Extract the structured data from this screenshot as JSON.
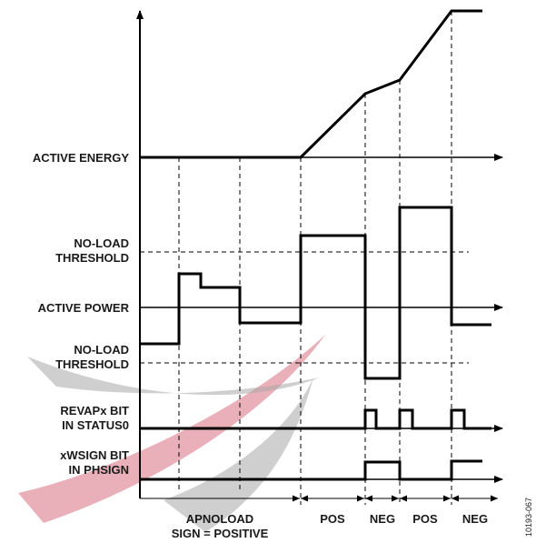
{
  "labels": {
    "active_energy": "ACTIVE ENERGY",
    "noload_upper_1": "NO-LOAD",
    "noload_upper_2": "THRESHOLD",
    "active_power": "ACTIVE POWER",
    "noload_lower_1": "NO-LOAD",
    "noload_lower_2": "THRESHOLD",
    "revap_1": "REVAPx BIT",
    "revap_2": "IN STATUS0",
    "wsign_1": "xWSIGN BIT",
    "wsign_2": "IN PHSIGN"
  },
  "segments": {
    "apnoload_1": "APNOLOAD",
    "apnoload_2": "SIGN = POSITIVE",
    "pos_1": "POS",
    "neg_1": "NEG",
    "pos_2": "POS",
    "neg_2": "NEG"
  },
  "figure_id": "10193-067",
  "colors": {
    "line": "#000000",
    "watermark_red": "#d97080",
    "watermark_gray": "#a8a8a8"
  }
}
